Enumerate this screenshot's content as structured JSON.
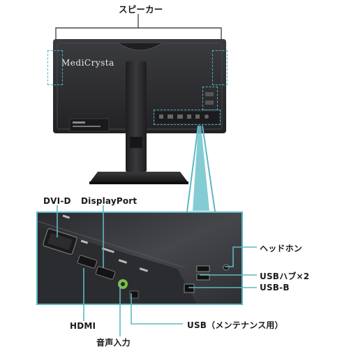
{
  "brand": "MediCrysta",
  "labels": {
    "speaker": "スピーカー",
    "dvi": "DVI-D",
    "displayport": "DisplayPort",
    "headphone": "ヘッドホン",
    "usb_hub": "USBハブ×2",
    "usb_b": "USB-B",
    "hdmi": "HDMI",
    "audio_in": "音声入力",
    "usb_maintenance": "USB（メンテナンス用）"
  },
  "colors": {
    "accent_teal": "#5fb7c3",
    "monitor_body": "#2b2b2d",
    "panel_bg": "#3a3b3e",
    "audio_jack": "#7cc242"
  }
}
